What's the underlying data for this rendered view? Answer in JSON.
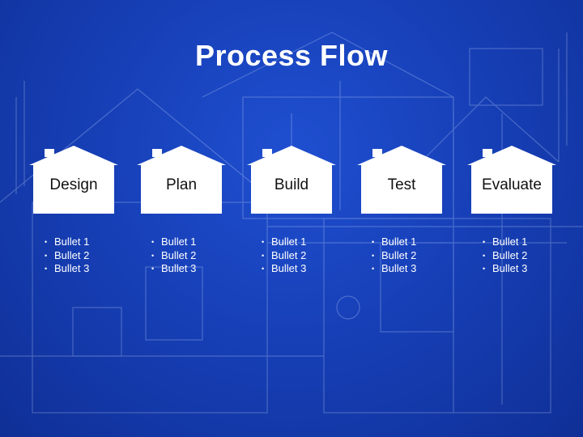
{
  "slide": {
    "title": "Process Flow",
    "background_color": "#1740b8",
    "house_color": "#ffffff"
  },
  "steps": [
    {
      "label": "Design",
      "bullets": [
        "Bullet 1",
        "Bullet 2",
        "Bullet 3"
      ]
    },
    {
      "label": "Plan",
      "bullets": [
        "Bullet 1",
        "Bullet 2",
        "Bullet 3"
      ]
    },
    {
      "label": "Build",
      "bullets": [
        "Bullet 1",
        "Bullet 2",
        "Bullet 3"
      ]
    },
    {
      "label": "Test",
      "bullets": [
        "Bullet 1",
        "Bullet 2",
        "Bullet 3"
      ]
    },
    {
      "label": "Evaluate",
      "bullets": [
        "Bullet 1",
        "Bullet 2",
        "Bullet 3"
      ]
    }
  ]
}
